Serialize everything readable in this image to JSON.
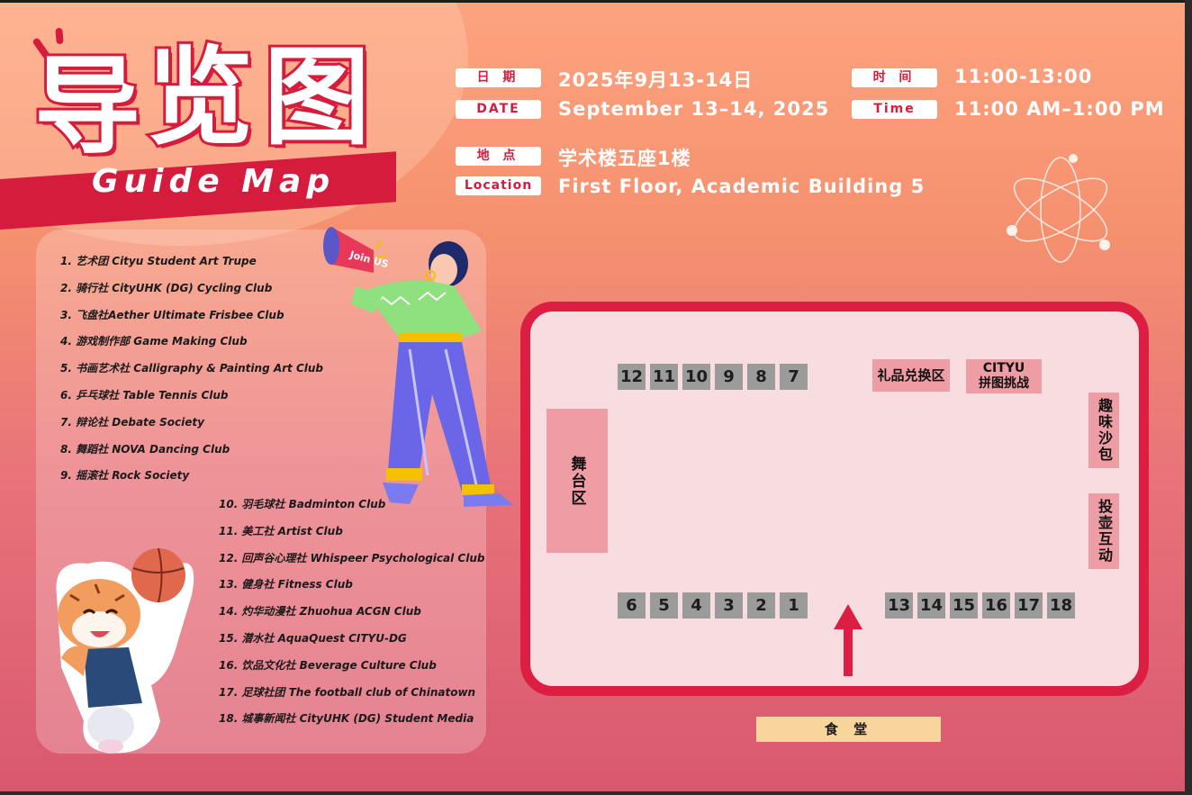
{
  "title": {
    "chinese": "导览图",
    "chars": [
      "导",
      "览",
      "图"
    ],
    "english": "Guide Map"
  },
  "info": {
    "date_label_zh": "日 期",
    "date_zh": "2025年9月13-14日",
    "date_label_en": "DATE",
    "date_en": "September 13–14, 2025",
    "time_label_zh": "时 间",
    "time_zh": "11:00-13:00",
    "time_label_en": "Time",
    "time_en": "11:00 AM–1:00 PM",
    "loc_label_zh": "地 点",
    "loc_zh": "学术楼五座1楼",
    "loc_label_en": "Location",
    "loc_en": "First Floor, Academic Building 5"
  },
  "megaphone_text": "Join US",
  "clubs": [
    "1. 艺术团 Cityu Student Art Trupe",
    "2. 骑行社 CityUHK (DG) Cycling Club",
    "3. 飞盘社Aether Ultimate Frisbee Club",
    "4. 游戏制作部 Game Making Club",
    "5. 书画艺术社 Calligraphy & Painting Art Club",
    "6. 乒乓球社 Table Tennis Club",
    "7. 辩论社 Debate Society",
    "8. 舞蹈社 NOVA Dancing Club",
    "9. 摇滚社 Rock Society",
    "10. 羽毛球社 Badminton Club",
    "11. 美工社 Artist Club",
    "12. 回声谷心理社 Whispeer Psychological Club",
    "13. 健身社 Fitness Club",
    "14. 灼华动漫社 Zhuohua ACGN Club",
    "15. 潜水社 AquaQuest CITYU-DG",
    "16. 饮品文化社 Beverage Culture Club",
    "17. 足球社团 The football club of Chinatown",
    "18. 城事新闻社 CityUHK (DG) Student Media"
  ],
  "map": {
    "top_booths": [
      "12",
      "11",
      "10",
      "9",
      "8",
      "7"
    ],
    "bottom_left_booths": [
      "6",
      "5",
      "4",
      "3",
      "2",
      "1"
    ],
    "bottom_right_booths": [
      "13",
      "14",
      "15",
      "16",
      "17",
      "18"
    ],
    "stage": "舞台区",
    "gift": "礼品兑换区",
    "puzzle_line1": "CITYU",
    "puzzle_line2": "拼图挑战",
    "sandbag": "趣味沙包",
    "pitch_pot": "投壶互动",
    "canteen": "食 堂"
  },
  "colors": {
    "accent": "#dc1e43",
    "booth": "#9b9b9b",
    "zone": "#ef9da4",
    "canteen": "#f9d59e"
  }
}
